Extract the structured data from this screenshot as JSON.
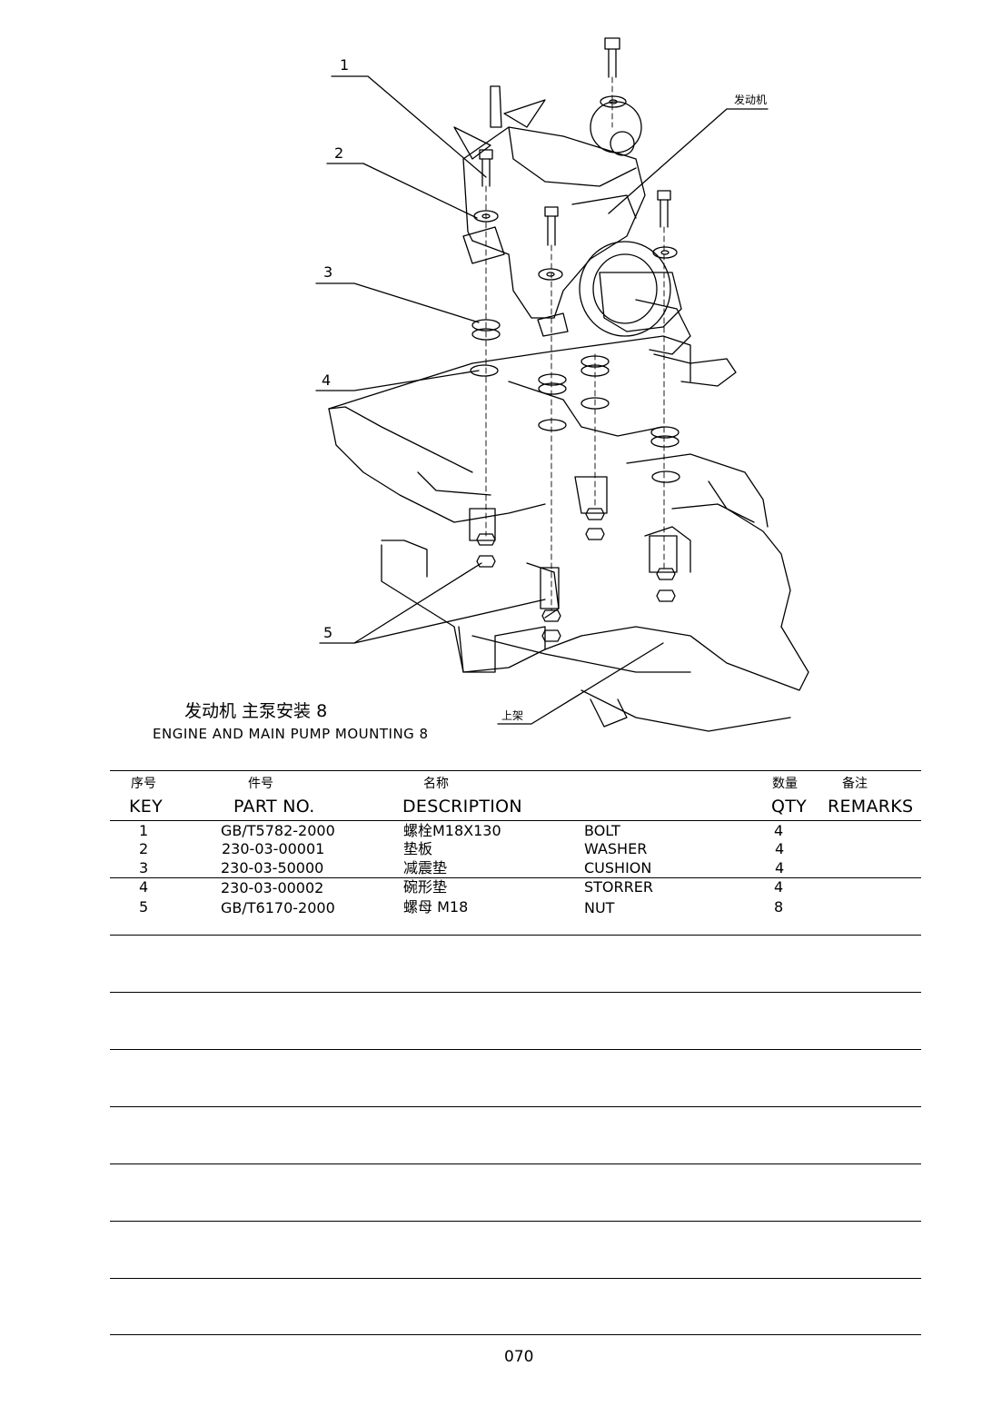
{
  "diagram": {
    "callouts": [
      "1",
      "2",
      "3",
      "4",
      "5"
    ],
    "engine_label": "发动机",
    "frame_label": "上架"
  },
  "title": {
    "cn": "发动机 主泵安装 8",
    "en": "ENGINE AND MAIN PUMP MOUNTING 8"
  },
  "table": {
    "headers_cn": {
      "key": "序号",
      "part_no": "件号",
      "description": "名称",
      "qty": "数量",
      "remarks": "备注"
    },
    "headers_en": {
      "key": "KEY",
      "part_no": "PART NO.",
      "description": "DESCRIPTION",
      "qty": "QTY",
      "remarks": "REMARKS"
    },
    "rows": [
      {
        "key": "1",
        "part_no": "GB/T5782-2000",
        "desc_cn": "螺栓M18X130",
        "desc_en": "BOLT",
        "qty": "4",
        "remarks": ""
      },
      {
        "key": "2",
        "part_no": "230-03-00001",
        "desc_cn": "垫板",
        "desc_en": "WASHER",
        "qty": "4",
        "remarks": ""
      },
      {
        "key": "3",
        "part_no": "230-03-50000",
        "desc_cn": "减震垫",
        "desc_en": "CUSHION",
        "qty": "4",
        "remarks": ""
      },
      {
        "key": "4",
        "part_no": "230-03-00002",
        "desc_cn": "碗形垫",
        "desc_en": "STORRER",
        "qty": "4",
        "remarks": ""
      },
      {
        "key": "5",
        "part_no": "GB/T6170-2000",
        "desc_cn": "螺母 M18",
        "desc_en": "NUT",
        "qty": "8",
        "remarks": ""
      }
    ]
  },
  "page_number": "070"
}
